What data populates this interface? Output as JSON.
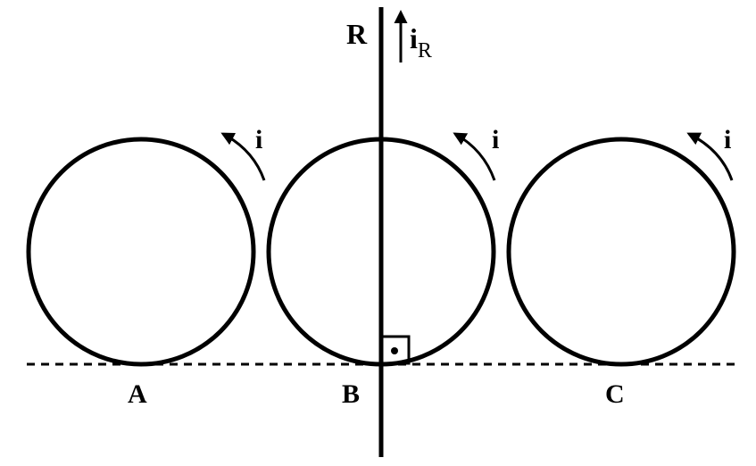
{
  "diagram": {
    "wire_label": "R",
    "wire_current": {
      "symbol": "i",
      "subscript": "R"
    },
    "loop_current_label": "i",
    "points": {
      "a": "A",
      "b": "B",
      "c": "C"
    },
    "colors": {
      "stroke": "#000000",
      "background": "#ffffff"
    }
  }
}
